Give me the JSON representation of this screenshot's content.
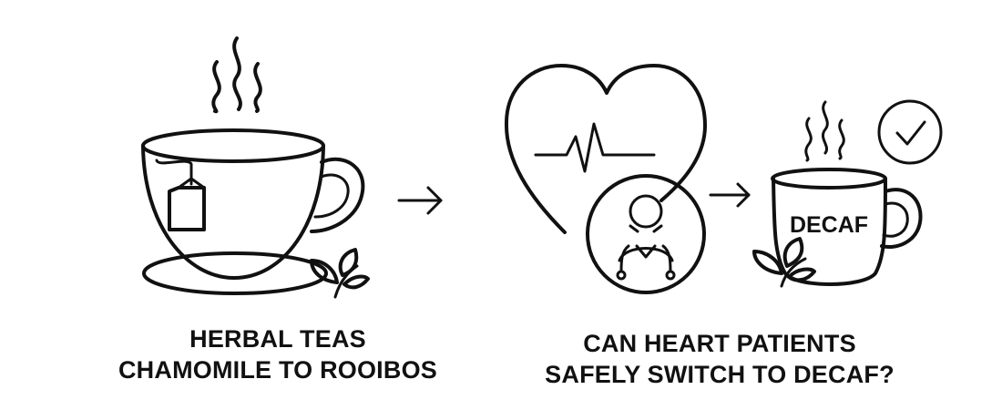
{
  "left_panel": {
    "title": "HERBAL TEAS",
    "subtitle": "CHAMOMILE TO ROOIBOS"
  },
  "right_panel": {
    "question_line1": "CAN HEART PATIENTS",
    "question_line2": "SAFELY SWITCH TO DECAF?",
    "mug_label": "DECAF"
  },
  "icons": [
    "steam-icon",
    "teacup-icon",
    "tea-bag-icon",
    "herb-leaves-icon",
    "arrow-right-icon",
    "heart-icon",
    "heartbeat-line-icon",
    "doctor-icon",
    "stethoscope-icon",
    "decaf-mug-icon",
    "checkmark-icon"
  ],
  "colors": {
    "stroke": "#111111",
    "background": "#ffffff"
  }
}
